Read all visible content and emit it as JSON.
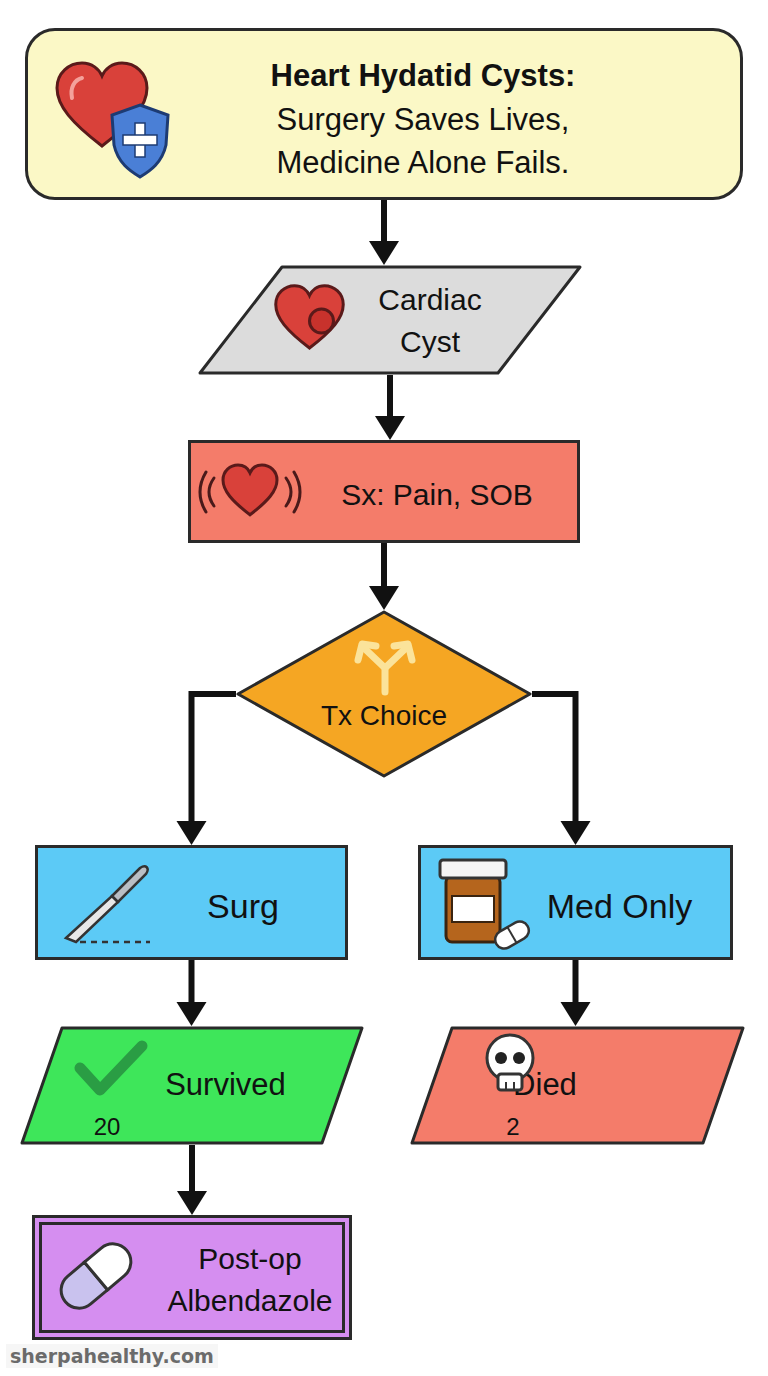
{
  "diagram": {
    "nodes": [
      {
        "text": [
          "Heart Hydatid Cysts:",
          "Surgery Saves Lives, Medicine Alone Fails."
        ]
      },
      {
        "text": [
          "Cardiac Cyst"
        ]
      },
      {
        "text": [
          "Sx: Pain, SOB"
        ]
      },
      {
        "text": [
          "Tx Choice"
        ]
      },
      {
        "text": [
          "Surg"
        ]
      },
      {
        "text": [
          "Med Only"
        ]
      },
      {
        "text": [
          "Survived",
          "20"
        ]
      },
      {
        "text": [
          "Died",
          "2"
        ]
      },
      {
        "text": [
          "Post-op Albendazole"
        ]
      }
    ],
    "edges": [
      {
        "from": 0,
        "to": 1,
        "arrow": "to"
      },
      {
        "from": 1,
        "to": 2,
        "arrow": "to"
      },
      {
        "from": 2,
        "to": 3,
        "arrow": "to"
      },
      {
        "from": 3,
        "to": 4,
        "arrow": "to"
      },
      {
        "from": 3,
        "to": 5,
        "arrow": "to"
      },
      {
        "from": 4,
        "to": 6,
        "arrow": "to"
      },
      {
        "from": 5,
        "to": 7,
        "arrow": "to"
      },
      {
        "from": 6,
        "to": 8,
        "arrow": "to"
      }
    ],
    "labels": [
      "sherpahealthy.com"
    ]
  }
}
